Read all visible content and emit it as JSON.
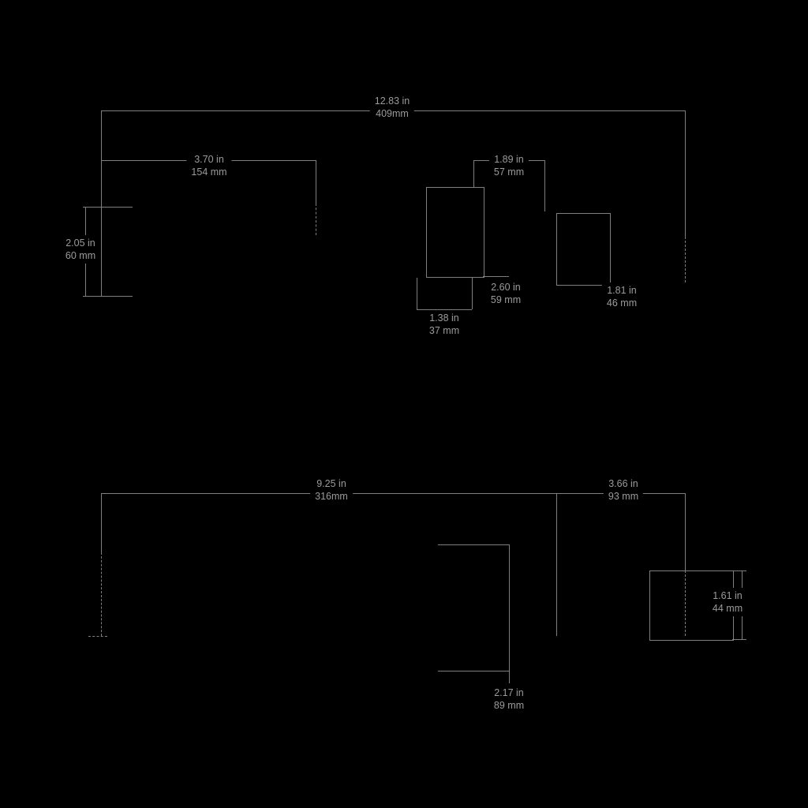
{
  "colors": {
    "background": "#000000",
    "line_color": "#7f7f7f",
    "text_color": "#9b9b9b"
  },
  "labels": {
    "top_overall": {
      "in": "12.83 in",
      "mm": "409mm"
    },
    "top_left_width": {
      "in": "3.70 in",
      "mm": "154 mm"
    },
    "top_mid_width": {
      "in": "1.89 in",
      "mm": "57 mm"
    },
    "top_left_height": {
      "in": "2.05 in",
      "mm": "60 mm"
    },
    "top_mid_depth": {
      "in": "2.60 in",
      "mm": "59 mm"
    },
    "top_mid_base": {
      "in": "1.38 in",
      "mm": "37 mm"
    },
    "top_right_depth": {
      "in": "1.81 in",
      "mm": "46 mm"
    },
    "bottom_overall": {
      "in": "9.25 in",
      "mm": "316mm"
    },
    "bottom_right_width": {
      "in": "3.66 in",
      "mm": "93 mm"
    },
    "bottom_right_height": {
      "in": "1.61 in",
      "mm": "44 mm"
    },
    "bottom_mid_depth": {
      "in": "2.17 in",
      "mm": "89 mm"
    }
  }
}
